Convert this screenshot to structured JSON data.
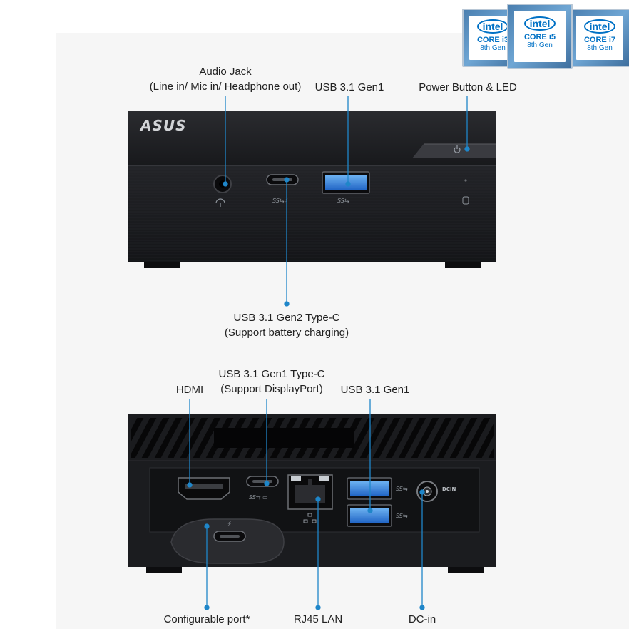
{
  "badges": [
    {
      "brand": "intel",
      "core": "CORE i3",
      "gen": "8th Gen"
    },
    {
      "brand": "intel",
      "core": "CORE i5",
      "gen": "8th Gen"
    },
    {
      "brand": "intel",
      "core": "CORE i7",
      "gen": "8th Gen"
    }
  ],
  "device": {
    "brand_logo": "ASUS"
  },
  "front": {
    "audio_jack_title": "Audio Jack",
    "audio_jack_detail": "(Line in/ Mic in/ Headphone out)",
    "usb_gen1": "USB 3.1 Gen1",
    "power_button": "Power Button & LED",
    "usb_typec_title": "USB 3.1 Gen2 Type-C",
    "usb_typec_detail": "(Support battery charging)"
  },
  "rear": {
    "hdmi": "HDMI",
    "typec_title": "USB 3.1 Gen1 Type-C",
    "typec_detail": "(Support DisplayPort)",
    "usb_gen1": "USB 3.1 Gen1",
    "configurable": "Configurable port*",
    "rj45": "RJ45 LAN",
    "dcin": "DC-in",
    "dcin_small": "DCIN"
  },
  "colors": {
    "leader": "#1f86c9",
    "usb_blue": "#2f7fd8",
    "chassis": "#1c1d20"
  }
}
